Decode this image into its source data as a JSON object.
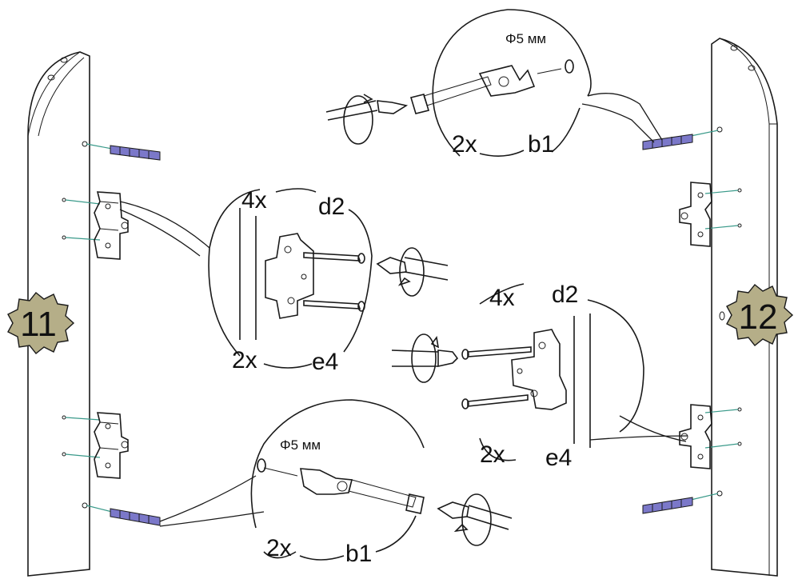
{
  "steps": {
    "left": "11",
    "right": "12"
  },
  "callouts": {
    "top_cam": {
      "dimension": "Φ5 мм",
      "qty": "2x",
      "part": "b1"
    },
    "bottom_cam": {
      "dimension": "Φ5 мм",
      "qty": "2x",
      "part": "b1"
    },
    "left_hinge": {
      "qty_top": "4x",
      "part_top": "d2",
      "qty_bottom": "2x",
      "part_bottom": "e4"
    },
    "right_hinge": {
      "qty_top": "4x",
      "part_top": "d2",
      "qty_bottom": "2x",
      "part_bottom": "e4"
    }
  },
  "colors": {
    "badge_fill": "#b5ae88",
    "dowel": "#7b78c9",
    "guide_line": "#3a9a8a"
  }
}
